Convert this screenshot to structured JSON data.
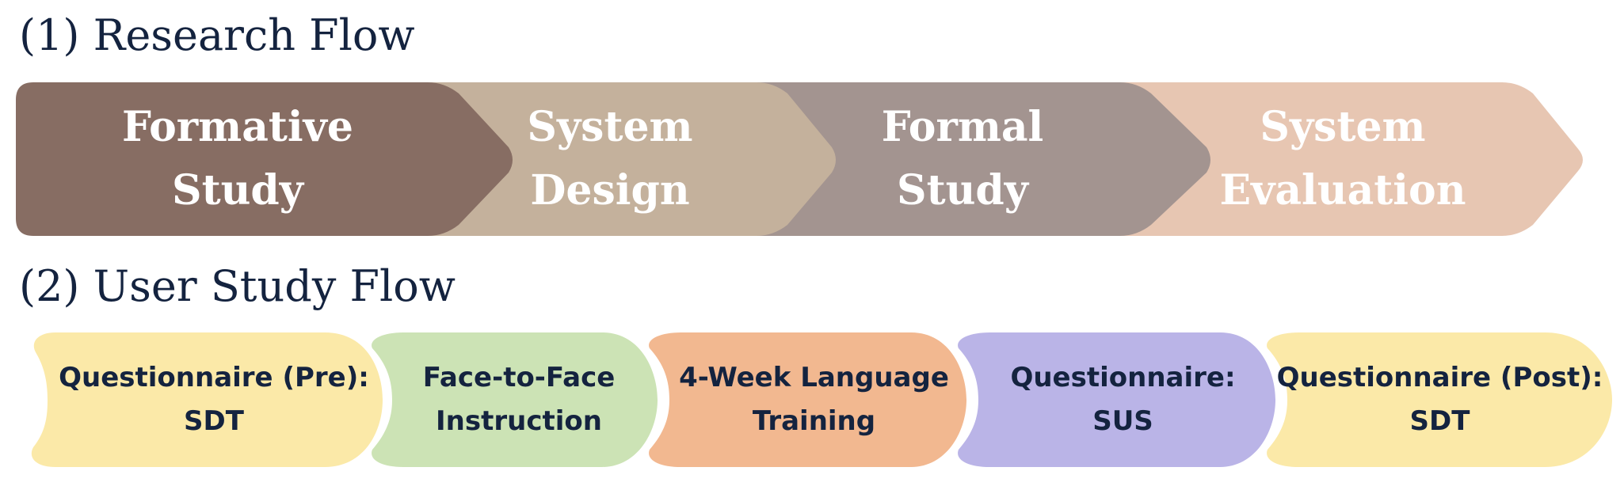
{
  "research_flow": {
    "title": "(1) Research Flow",
    "steps": [
      {
        "line1": "Formative",
        "line2": "Study",
        "color": "#876d63"
      },
      {
        "line1": "System",
        "line2": "Design",
        "color": "#c4b19c"
      },
      {
        "line1": "Formal",
        "line2": "Study",
        "color": "#a39490"
      },
      {
        "line1": "System",
        "line2": "Evaluation",
        "color": "#e7c6b2"
      }
    ]
  },
  "user_study_flow": {
    "title": "(2) User Study Flow",
    "steps": [
      {
        "line1": "Questionnaire (Pre):",
        "line2": "SDT",
        "color": "#fbe9a8"
      },
      {
        "line1": "Face-to-Face",
        "line2": "Instruction",
        "color": "#cce3b5"
      },
      {
        "line1": "4-Week Language",
        "line2": "Training",
        "color": "#f2b890"
      },
      {
        "line1": "Questionnaire:",
        "line2": "SUS",
        "color": "#bab4e7"
      },
      {
        "line1": "Questionnaire (Post):",
        "line2": "SDT",
        "color": "#fbe9a8"
      }
    ]
  }
}
